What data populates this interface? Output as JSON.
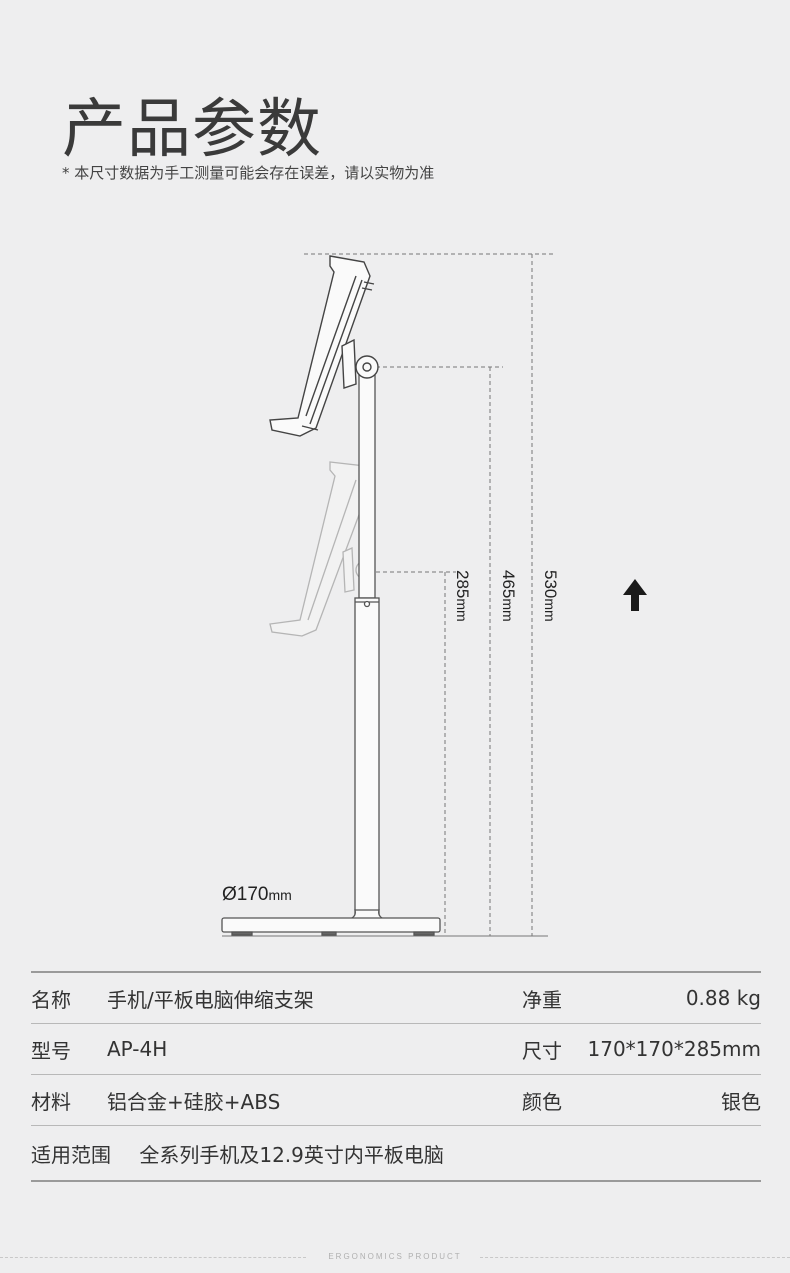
{
  "header": {
    "title": "产品参数",
    "note": "* 本尺寸数据为手工测量可能会存在误差，请以实物为准"
  },
  "diagram": {
    "dimensions": [
      {
        "value": "285",
        "unit": "mm"
      },
      {
        "value": "465",
        "unit": "mm"
      },
      {
        "value": "530",
        "unit": "mm"
      }
    ],
    "base": {
      "value": "Ø170",
      "unit": "mm"
    },
    "indicator_icon": "up-arrow-icon"
  },
  "specs": {
    "rows": [
      {
        "label": "名称",
        "value": "手机/平板电脑伸缩支架",
        "label2": "净重",
        "value2": "0.88 kg"
      },
      {
        "label": "型号",
        "value": "AP-4H",
        "label2": "尺寸",
        "value2": "170*170*285mm"
      },
      {
        "label": "材料",
        "value": "铝合金+硅胶+ABS",
        "label2": "颜色",
        "value2": "银色"
      },
      {
        "label": "适用范围",
        "value": "全系列手机及12.9英寸内平板电脑"
      }
    ]
  },
  "footer": {
    "text": "ERGONOMICS PRODUCT"
  }
}
